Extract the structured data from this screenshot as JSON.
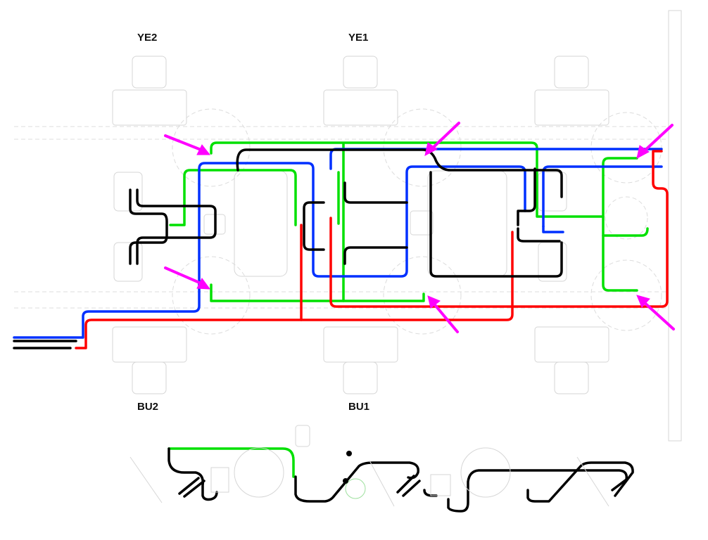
{
  "labels": {
    "top_left": "YE2",
    "top_mid": "YE1",
    "bottom_left": "BU2",
    "bottom_mid": "BU1"
  },
  "colors": {
    "supply_line": "#00e000",
    "control_line": "#0030ff",
    "emergency_line": "#ff0000",
    "brake_line": "#000000",
    "highlight_arrow": "#ff00ff",
    "background_drawing": "#d6d6d6"
  }
}
